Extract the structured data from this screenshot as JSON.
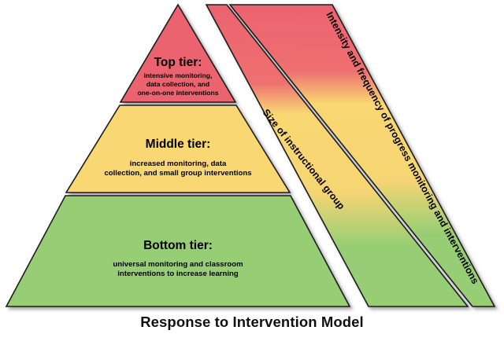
{
  "diagram": {
    "caption": "Response to Intervention Model",
    "background_color": "#ffffff",
    "outline_color": "#1d1d1d",
    "tiers": [
      {
        "name": "top-tier",
        "title": "Top tier:",
        "desc_lines": [
          "intensive monitoring,",
          "data collection, and",
          "one-on-one interventions"
        ],
        "color": "#EC6370"
      },
      {
        "name": "middle-tier",
        "title": "Middle tier:",
        "desc_lines": [
          "increased monitoring, data",
          "collection, and small group interventions"
        ],
        "color": "#F9D873"
      },
      {
        "name": "bottom-tier",
        "title": "Bottom tier:",
        "desc_lines": [
          "universal monitoring and classroom",
          "interventions to increase learning"
        ],
        "color": "#97CE74"
      }
    ],
    "bars": [
      {
        "name": "size-of-instructional-group-bar",
        "label": "Size of instructional group",
        "gradient": [
          "#EC6370",
          "#F9D873",
          "#97CE74"
        ]
      },
      {
        "name": "intensity-and-frequency-bar",
        "label": "Intensity and frequency of progress monitoring and interventions",
        "gradient": [
          "#EC6370",
          "#F9D873",
          "#97CE74"
        ]
      }
    ]
  }
}
